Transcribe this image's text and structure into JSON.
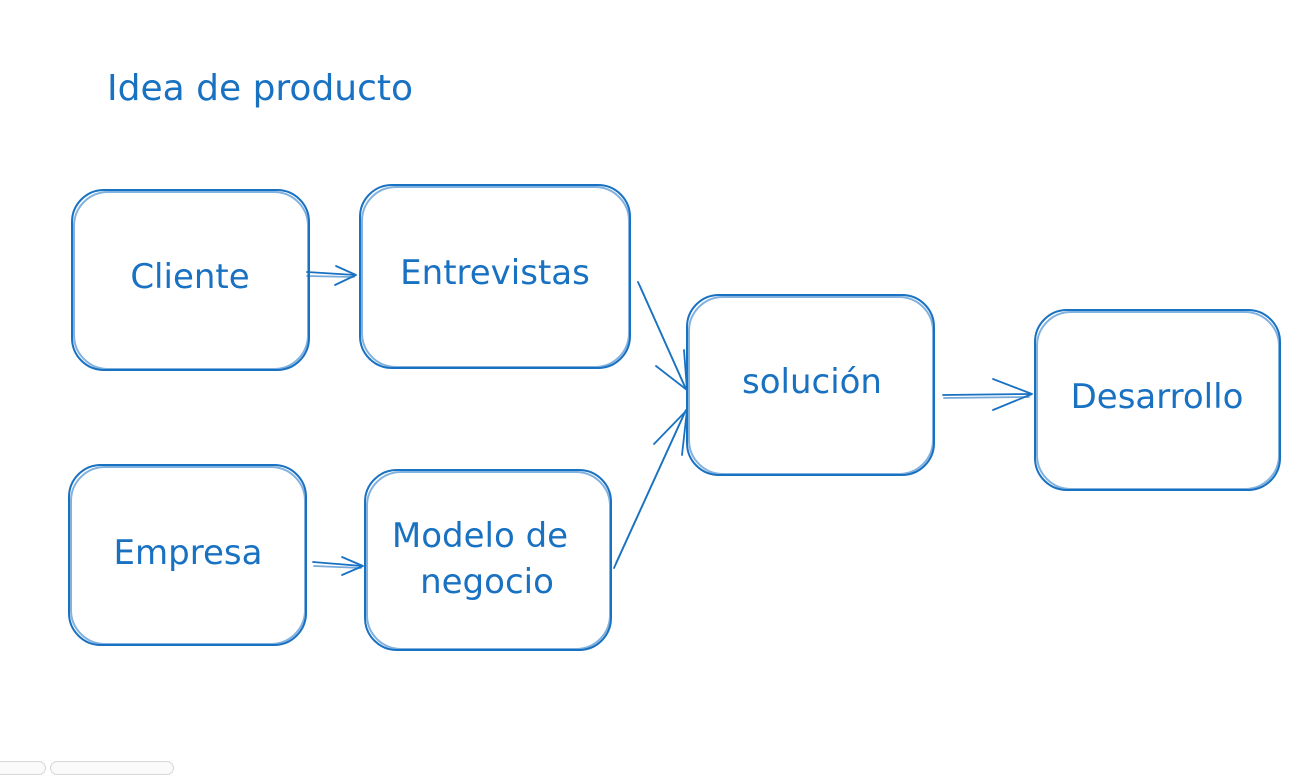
{
  "diagram": {
    "title": "Idea de producto",
    "stroke_color": "#1971c2",
    "background_color": "#ffffff",
    "nodes": [
      {
        "id": "cliente",
        "lines": [
          "Cliente"
        ]
      },
      {
        "id": "entrevistas",
        "lines": [
          "Entrevistas"
        ]
      },
      {
        "id": "empresa",
        "lines": [
          "Empresa"
        ]
      },
      {
        "id": "modelo",
        "lines": [
          "Modelo de",
          "negocio"
        ]
      },
      {
        "id": "solucion",
        "lines": [
          "solución"
        ]
      },
      {
        "id": "desarrollo",
        "lines": [
          "Desarrollo"
        ]
      }
    ],
    "edges": [
      {
        "from": "cliente",
        "to": "entrevistas"
      },
      {
        "from": "empresa",
        "to": "modelo"
      },
      {
        "from": "entrevistas",
        "to": "solucion"
      },
      {
        "from": "modelo",
        "to": "solucion"
      },
      {
        "from": "solucion",
        "to": "desarrollo"
      }
    ]
  }
}
